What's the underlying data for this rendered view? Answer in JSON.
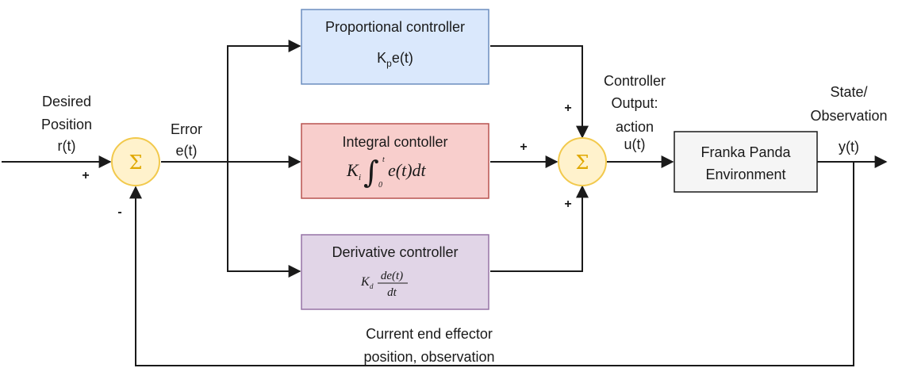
{
  "inputs": {
    "desired_position": [
      "Desired",
      "Position",
      "r(t)"
    ],
    "error": [
      "Error",
      "e(t)"
    ]
  },
  "summers": {
    "symbol": "Σ",
    "error_sum_signs": {
      "plus": "+",
      "minus": "-"
    },
    "controller_sum_signs": {
      "top": "+",
      "left": "+",
      "bottom": "+"
    }
  },
  "controllers": {
    "proportional": {
      "title": "Proportional controller",
      "formula_k": "K",
      "formula_sub": "p",
      "formula_rest": "e(t)",
      "fill": "#dae8fc",
      "stroke": "#6c8ebf"
    },
    "integral": {
      "title": "Integral contoller",
      "formula_k": "K",
      "formula_sub": "i",
      "formula_int": "∫",
      "formula_upper": "t",
      "formula_lower": "0",
      "formula_body": "e(t)dt",
      "fill": "#f8cecc",
      "stroke": "#b85450"
    },
    "derivative": {
      "title": "Derivative controller",
      "formula_k": "K",
      "formula_sub": "d",
      "formula_num": "de(t)",
      "formula_den": "dt",
      "fill": "#e1d5e7",
      "stroke": "#9673a6"
    }
  },
  "output": {
    "controller_output": [
      "Controller",
      "Output:",
      "action",
      "u(t)"
    ]
  },
  "plant": {
    "label": [
      "Franka Panda",
      "Environment"
    ],
    "fill": "#f5f5f5",
    "stroke": "#1a1a1a"
  },
  "observation": {
    "state": [
      "State/",
      "Observation",
      "y(t)"
    ]
  },
  "feedback": {
    "label": [
      "Current end effector",
      "position, observation"
    ]
  }
}
